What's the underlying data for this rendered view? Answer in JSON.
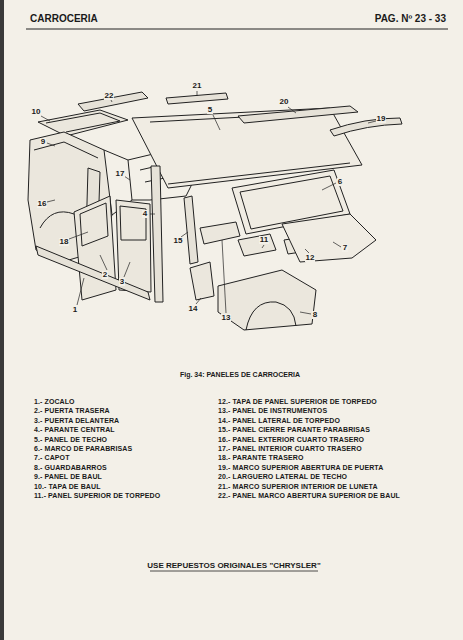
{
  "diagram": {
    "title": "CARROCERIA",
    "caption": "Fig. 34: PANELES DE CARROCERIA",
    "labels": [
      "PAG. Nº 23 - 33",
      "1",
      "2",
      "3",
      "4",
      "5",
      "6",
      "7",
      "8",
      "9",
      "10",
      "11",
      "12",
      "13",
      "14",
      "15",
      "16",
      "17",
      "18",
      "19",
      "20",
      "21",
      "22",
      "1.- ZOCALO",
      "2.- PUERTA TRASERA",
      "3.- PUERTA DELANTERA",
      "4.- PARANTE CENTRAL",
      "5.- PANEL DE TECHO",
      "6.- MARCO DE PARABRISAS",
      "7.- CAPOT",
      "8.- GUARDABARROS",
      "9.- PANEL DE BAUL",
      "10.- TAPA DE BAUL",
      "11.- PANEL SUPERIOR DE TORPEDO",
      "12.- TAPA DE PANEL SUPERIOR DE TORPEDO",
      "13.- PANEL DE INSTRUMENTOS",
      "14.- PANEL LATERAL DE TORPEDO",
      "15.- PANEL CIERRE PARANTE PARABRISAS",
      "16.- PANEL EXTERIOR CUARTO TRASERO",
      "17.- PANEL INTERIOR CUARTO TRASERO",
      "18.- PARANTE TRASERO",
      "19.- MARCO SUPERIOR ABERTURA DE PUERTA",
      "20.- LARGUERO LATERAL DE TECHO",
      "21.- MARCO SUPERIOR INTERIOR DE LUNETA",
      "22.- PANEL MARCO ABERTURA SUPERIOR DE BAUL",
      "USE REPUESTOS ORIGINALES \"CHRYSLER\""
    ]
  }
}
